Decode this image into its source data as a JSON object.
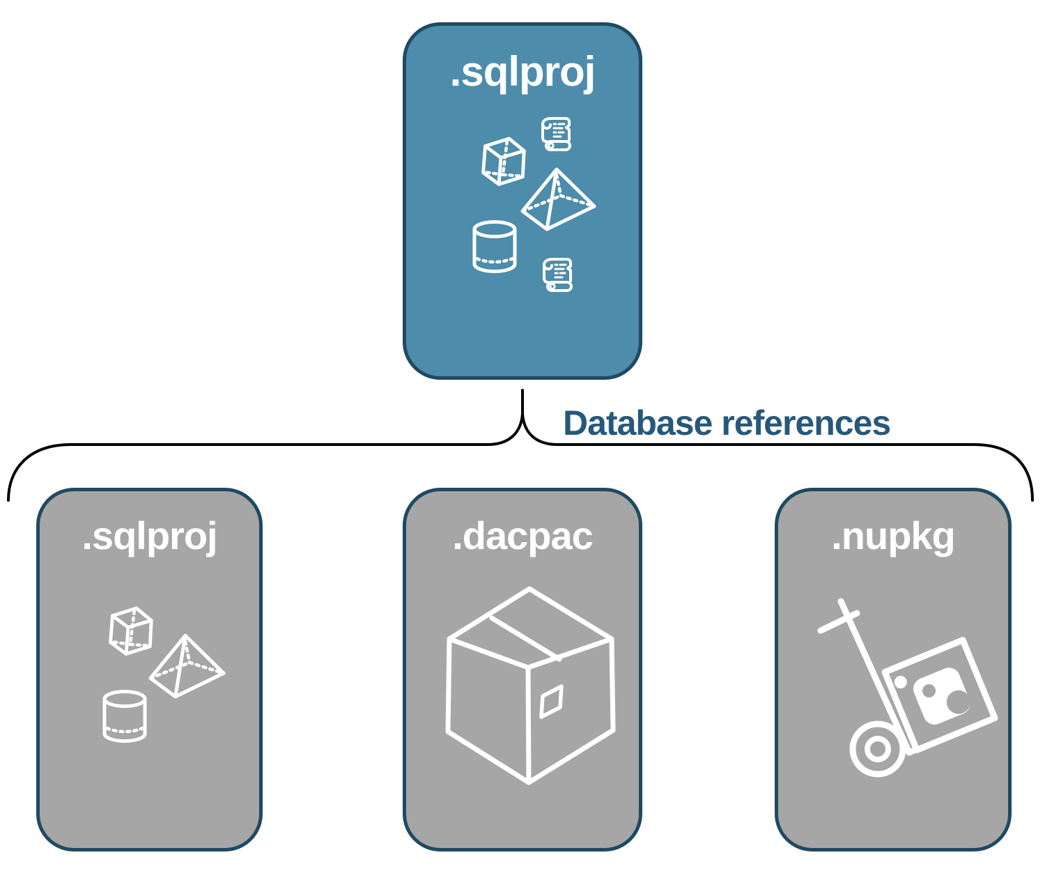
{
  "diagram": {
    "root": {
      "label": ".sqlproj",
      "icons": [
        "cube",
        "scroll",
        "pyramid",
        "cylinder",
        "scroll"
      ]
    },
    "connector": {
      "label": "Database references"
    },
    "children": [
      {
        "label": ".sqlproj",
        "icons": [
          "cube",
          "pyramid",
          "cylinder"
        ]
      },
      {
        "label": ".dacpac",
        "icons": [
          "package-box"
        ]
      },
      {
        "label": ".nupkg",
        "icons": [
          "nuget-hand-truck"
        ]
      }
    ],
    "colors": {
      "root-fill": "#4D8CAB",
      "child-fill": "#A6A6A6",
      "border": "#1F4A61",
      "line": "#27587A",
      "icon": "#FFFFFF",
      "background": "#FFFFFF"
    }
  }
}
